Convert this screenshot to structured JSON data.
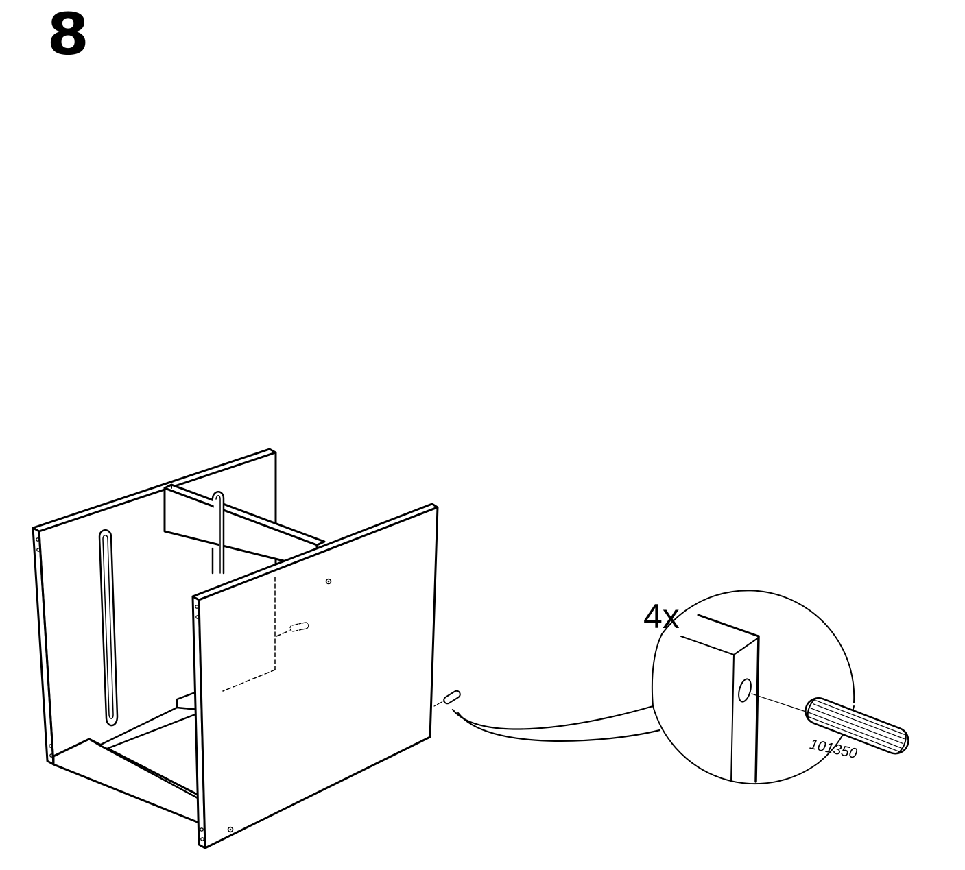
{
  "step": {
    "number": "8"
  },
  "detail": {
    "quantity": "4x",
    "part_number": "101350"
  },
  "colors": {
    "ink": "#000000",
    "paper": "#ffffff"
  },
  "icons": {
    "dowel": "wooden-dowel-icon"
  }
}
